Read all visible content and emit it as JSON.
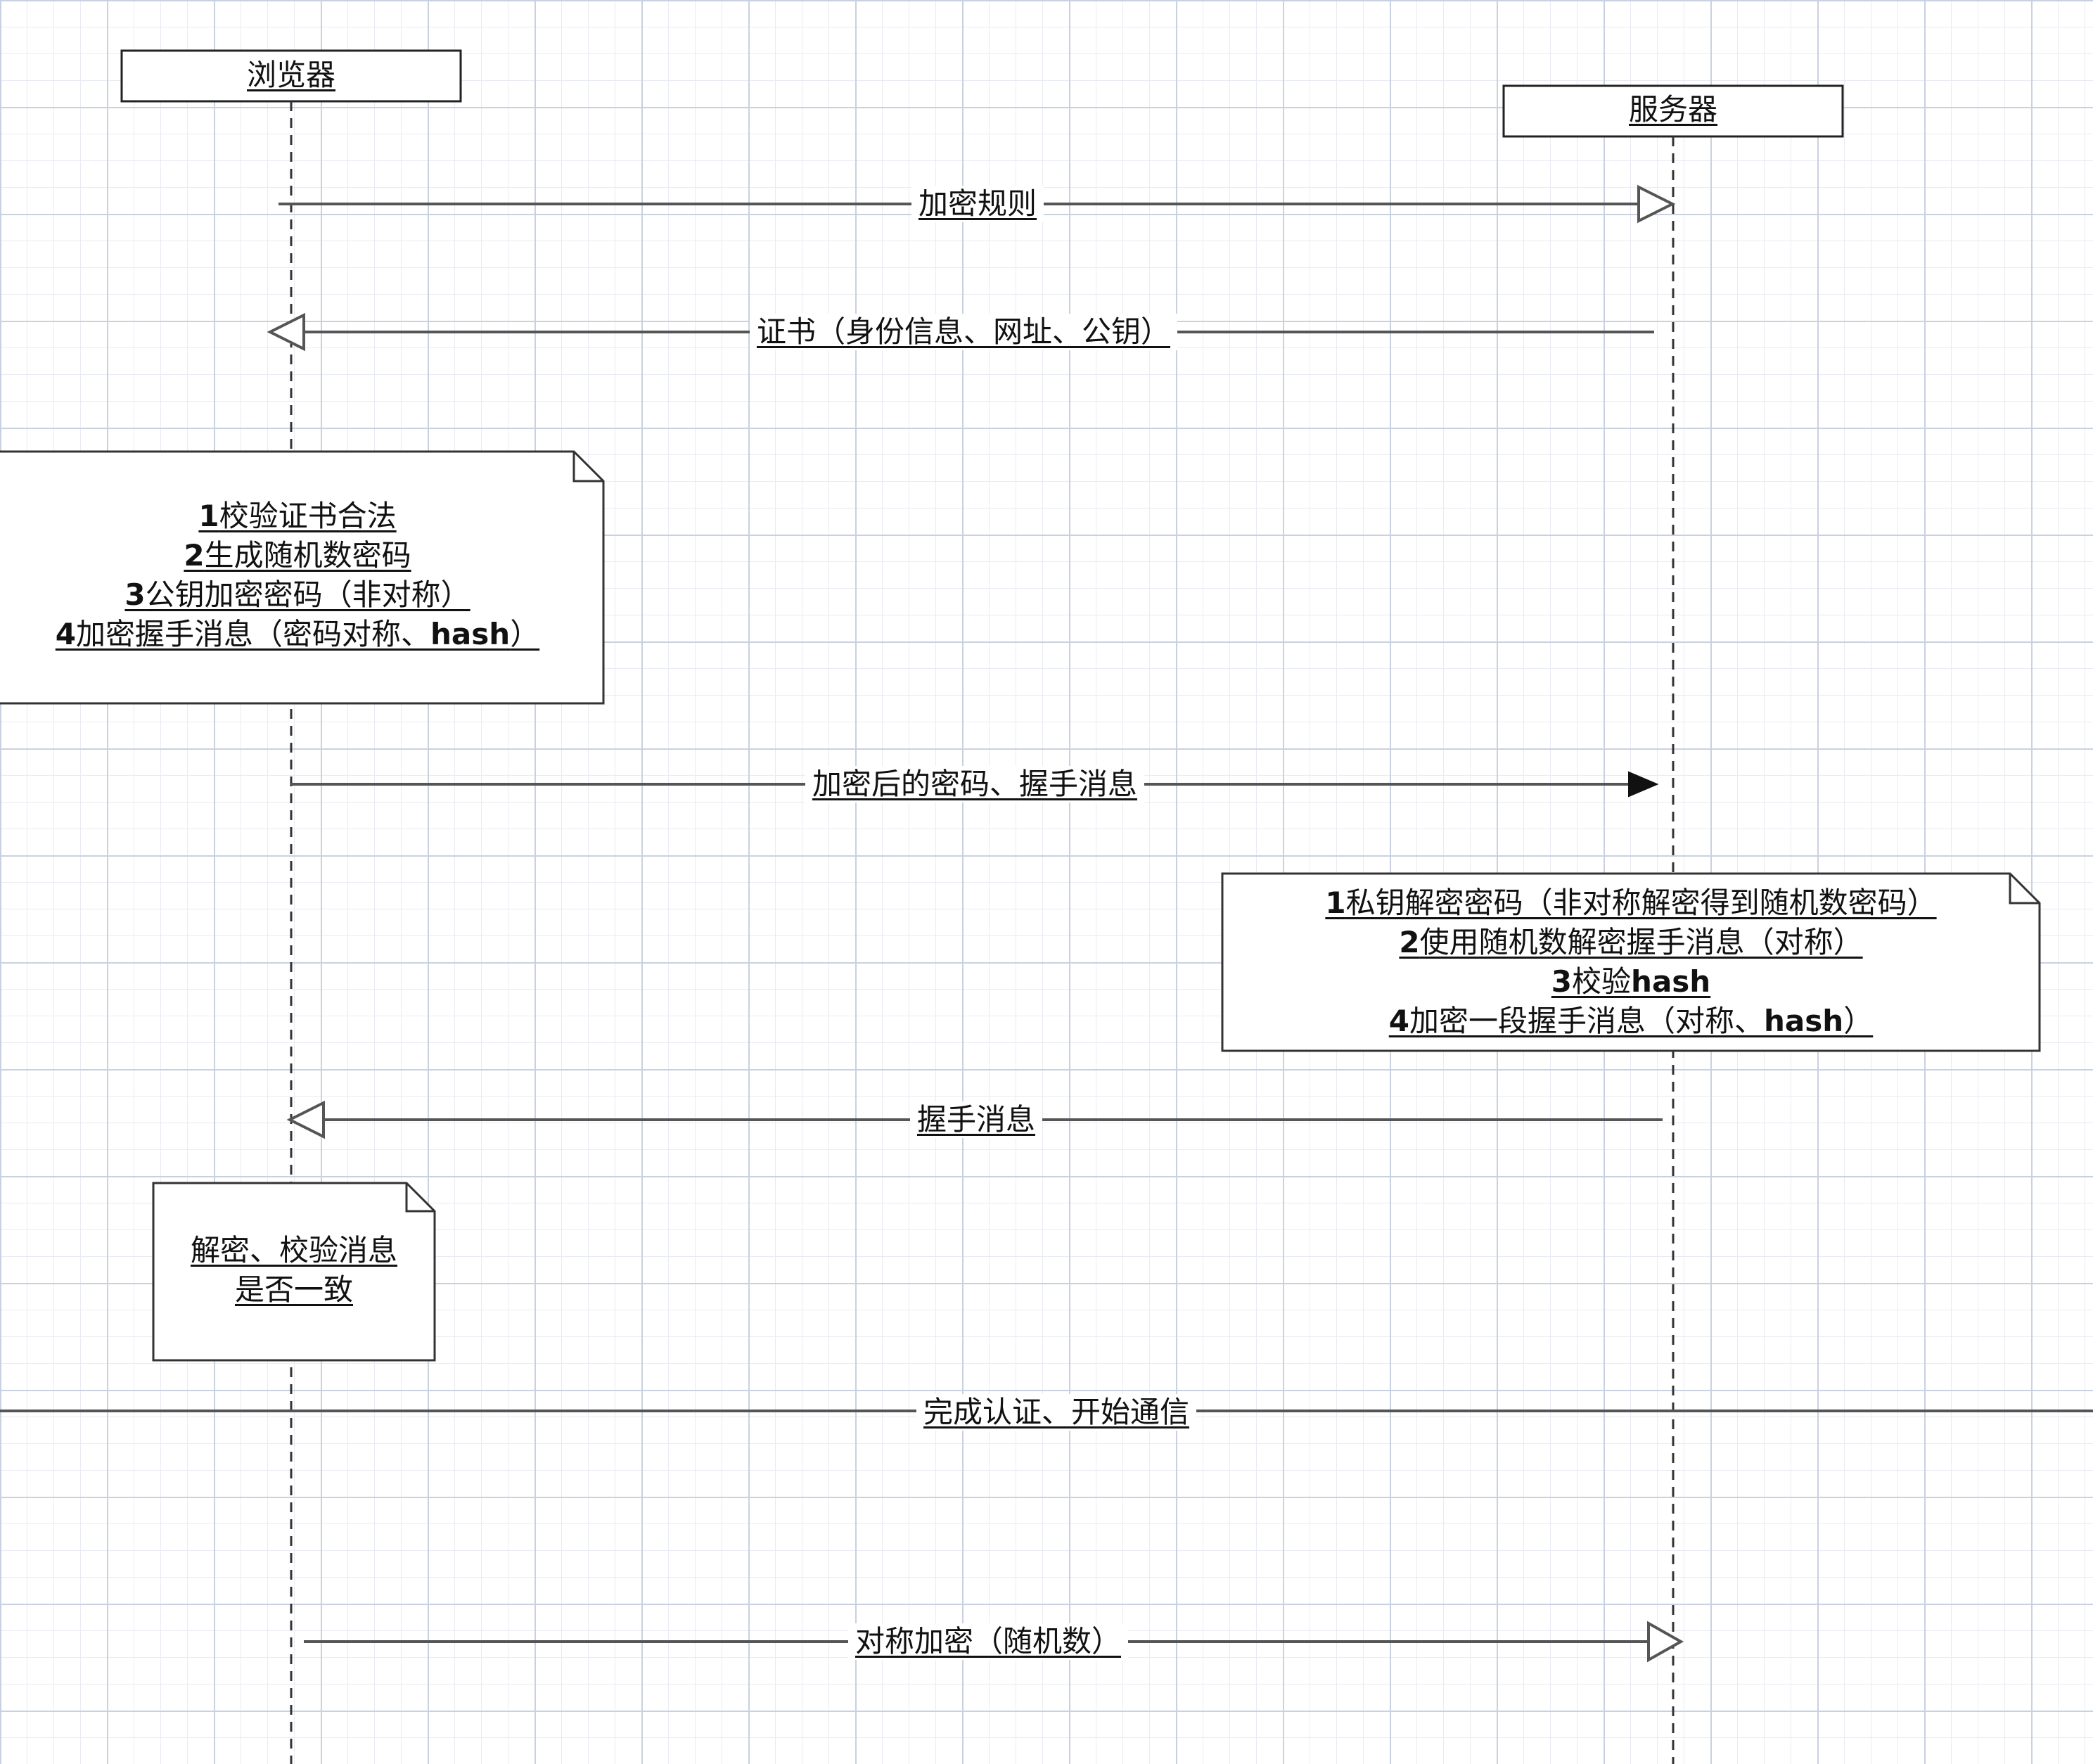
{
  "actors": {
    "browser": "浏览器",
    "server": "服务器"
  },
  "messages": {
    "m1": "加密规则",
    "m2": "证书（身份信息、网址、公钥）",
    "m3": "加密后的密码、握手消息",
    "m4": "握手消息",
    "m5": "完成认证、开始通信",
    "m6": "对称加密（随机数）"
  },
  "notes": {
    "browser_steps": {
      "l1_num": "1",
      "l1": "校验证书合法",
      "l2_num": "2",
      "l2": "生成随机数密码",
      "l3_num": "3",
      "l3": "公钥加密密码（非对称）",
      "l4_num": "4",
      "l4": "加密握手消息（密码对称、",
      "l4_bold": "hash",
      "l4_end": "）"
    },
    "server_steps": {
      "l1_num": "1",
      "l1": "私钥解密密码（非对称解密得到随机数密码）",
      "l2_num": "2",
      "l2": "使用随机数解密握手消息（对称）",
      "l3_num": "3",
      "l3": "校验",
      "l3_bold": "hash",
      "l4_num": "4",
      "l4": "加密一段握手消息（对称、",
      "l4_bold": "hash",
      "l4_end": "）"
    },
    "verify": {
      "l1": "解密、校验消息",
      "l2": "是否一致"
    }
  }
}
